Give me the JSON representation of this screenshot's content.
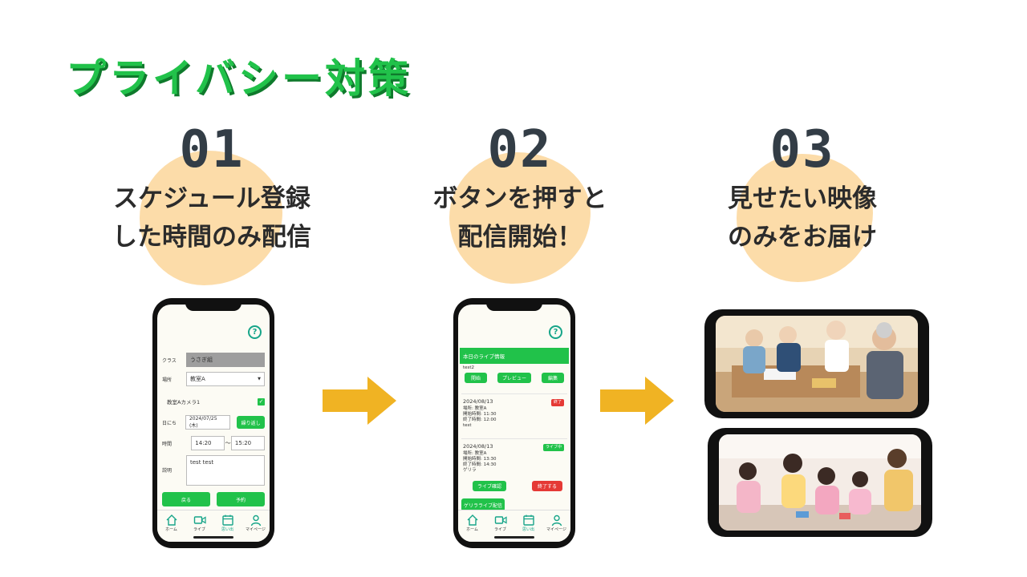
{
  "title": "プライバシー対策",
  "steps": [
    {
      "num": "01",
      "line1": "スケジュール登録",
      "line2": "した時間のみ配信"
    },
    {
      "num": "02",
      "line1": "ボタンを押すと",
      "line2": "配信開始！"
    },
    {
      "num": "03",
      "line1": "見せたい映像",
      "line2": "のみをお届け"
    }
  ],
  "colors": {
    "green": "#21c24a",
    "arrow": "#f0b323",
    "blob": "#fbd69a",
    "teal": "#17a589",
    "red": "#e53935"
  },
  "phone1": {
    "help_icon": "?",
    "class_label": "クラス",
    "class_value": "うさぎ組",
    "place_label": "場所",
    "place_value": "教室A",
    "camera_label": "教室Aカメラ1",
    "date_label": "日にち",
    "date_value": "2024/07/25 (木)",
    "repeat_button": "繰り返し",
    "time_label": "時間",
    "start_time": "14:20",
    "tilde": "〜",
    "end_time": "15:20",
    "desc_label": "説明",
    "desc_value": "test test",
    "back_button": "戻る",
    "reserve_button": "予約"
  },
  "phone2": {
    "help_icon": "?",
    "header": "本日のライブ情報",
    "top_partial": "test2",
    "start_button": "開始",
    "preview_button": "プレビュー",
    "edit_button": "編集",
    "card1": {
      "date": "2024/08/13",
      "badge": "終了",
      "place": "場所: 教室A",
      "start": "開始時間: 11:30",
      "end": "終了時間: 12:00",
      "name": "test"
    },
    "card2": {
      "date": "2024/08/13",
      "badge": "ライブ中",
      "place": "場所: 教室A",
      "start": "開始時間: 13:30",
      "end": "終了時間: 14:30",
      "name": "ゲリラ",
      "confirm_button": "ライブ確認",
      "end_button": "終了する"
    },
    "guerrilla_button": "ゲリラライブ配信"
  },
  "tabs": [
    {
      "label": "ホーム",
      "icon": "home-icon"
    },
    {
      "label": "ライブ",
      "icon": "video-icon"
    },
    {
      "label": "思い出",
      "icon": "calendar-icon"
    },
    {
      "label": "マイページ",
      "icon": "person-icon"
    }
  ]
}
